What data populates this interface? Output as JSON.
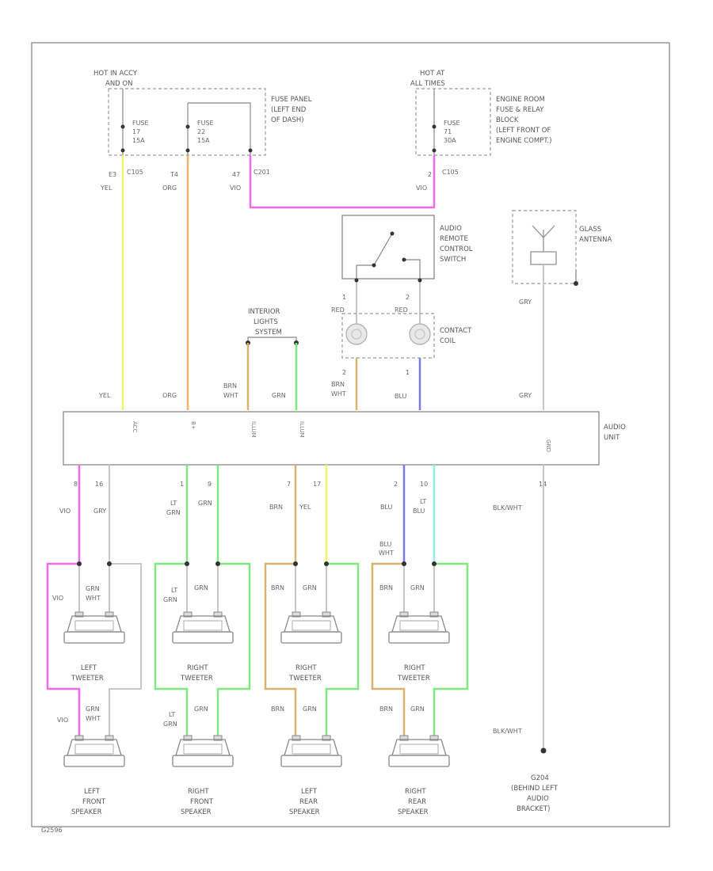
{
  "fuse_box_1": {
    "hot_label_line1": "HOT IN ACCY",
    "hot_label_line2": "AND ON",
    "fuse_a": [
      "FUSE",
      "17",
      "15A"
    ],
    "fuse_b": [
      "FUSE",
      "22",
      "15A"
    ],
    "desc": [
      "FUSE PANEL",
      "(LEFT END",
      "OF DASH)"
    ]
  },
  "fuse_box_2": {
    "hot_label_line1": "HOT AT",
    "hot_label_line2": "ALL TIMES",
    "fuse": [
      "FUSE",
      "71",
      "30A"
    ],
    "desc": [
      "ENGINE ROOM",
      "FUSE & RELAY",
      "BLOCK",
      "(LEFT FRONT OF",
      "ENGINE COMPT.)"
    ]
  },
  "top_wires": {
    "w1": {
      "pin": "E3",
      "color": "YEL",
      "conn": "C105"
    },
    "w2": {
      "pin": "T4",
      "color": "ORG",
      "conn": ""
    },
    "w3": {
      "pin": "47",
      "color": "VIO",
      "conn": "C201"
    },
    "w4": {
      "pin": "2",
      "color": "VIO",
      "conn": "C105"
    }
  },
  "remote_switch": [
    "AUDIO",
    "REMOTE",
    "CONTROL",
    "SWITCH"
  ],
  "contact_coil": [
    "CONTACT",
    "COIL"
  ],
  "glass_antenna": [
    "GLASS",
    "ANTENNA"
  ],
  "interior_lights": [
    "INTERIOR",
    "LIGHTS",
    "SYSTEM"
  ],
  "coil_wires": {
    "l": {
      "pin": "1",
      "color": "RED"
    },
    "r": {
      "pin": "2",
      "color": "RED"
    },
    "bl": {
      "pin": "2",
      "color": "BRN",
      "color2": "WHT"
    },
    "br": {
      "pin": "1",
      "color": "BLU"
    }
  },
  "antenna_wire": {
    "color": "GRY"
  },
  "audio_unit": {
    "label": [
      "AUDIO",
      "UNIT"
    ],
    "inputs": {
      "yel": "YEL",
      "org": "ORG",
      "brn": "BRN",
      "brn2": "WHT",
      "grn": "GRN",
      "brnwht": "BRN",
      "brnwht2": "WHT",
      "blu": "BLU",
      "gry": "GRY"
    },
    "terms": {
      "t1": "ACC",
      "t2": "B+",
      "t3": "ILLUM",
      "t4": "ILLUM",
      "t5": "GND"
    }
  },
  "out_wires": {
    "a": {
      "pin": "8",
      "color": "VIO"
    },
    "b": {
      "pin": "16",
      "color": "GRY"
    },
    "c": {
      "pin": "1",
      "color1": "LT",
      "color2": "GRN"
    },
    "d": {
      "pin": "9",
      "color": "GRN"
    },
    "e": {
      "pin": "7",
      "color": "BRN"
    },
    "f": {
      "pin": "17",
      "color": "YEL"
    },
    "g": {
      "pin": "2",
      "color": "BLU"
    },
    "h": {
      "pin": "10",
      "color1": "LT",
      "color2": "BLU"
    },
    "gnd": {
      "pin": "14",
      "color": "BLK/WHT"
    }
  },
  "speaker_labels": {
    "s1": [
      "VIO",
      "GRN",
      "WHT"
    ],
    "s2": [
      "LT",
      "GRN",
      "GRN"
    ],
    "s3": [
      "BRN",
      "GRN"
    ],
    "s4": [
      "BLU",
      "WHT",
      "BRN",
      "GRN"
    ]
  },
  "tweeters": [
    [
      "LEFT",
      "TWEETER"
    ],
    [
      "RIGHT",
      "TWEETER"
    ],
    [
      "RIGHT",
      "TWEETER"
    ],
    [
      "RIGHT",
      "TWEETER"
    ]
  ],
  "speakers": [
    [
      "LEFT",
      "FRONT",
      "SPEAKER"
    ],
    [
      "RIGHT",
      "FRONT",
      "SPEAKER"
    ],
    [
      "LEFT",
      "REAR",
      "SPEAKER"
    ],
    [
      "RIGHT",
      "REAR",
      "SPEAKER"
    ]
  ],
  "lower_labels": {
    "l1": [
      "VIO",
      "GRN",
      "WHT"
    ],
    "l2": [
      "LT",
      "GRN",
      "GRN"
    ],
    "l3": [
      "BRN",
      "GRN"
    ],
    "l4": [
      "BRN",
      "GRN"
    ]
  },
  "ground": {
    "wire": "BLK/WHT",
    "id": "G204",
    "desc": [
      "(BEHIND LEFT",
      "AUDIO",
      "BRACKET)"
    ]
  },
  "figure_id": "G2596",
  "colors": {
    "yel": "#f3f36a",
    "org": "#f6b16e",
    "vio": "#f06af0",
    "grn": "#7de87d",
    "brn": "#d6b36f",
    "blu": "#7a7ae8",
    "ltblu": "#8ef1f1",
    "gry": "#c8c8c8"
  }
}
